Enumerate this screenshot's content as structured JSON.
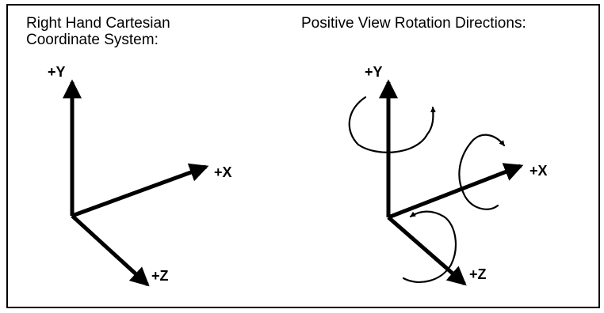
{
  "panels": {
    "left": {
      "title_line1": "Right Hand Cartesian",
      "title_line2": "Coordinate System:",
      "axes": {
        "y": "+Y",
        "x": "+X",
        "z": "+Z"
      }
    },
    "right": {
      "title": "Positive View Rotation Directions:",
      "axes": {
        "y": "+Y",
        "x": "+X",
        "z": "+Z"
      }
    }
  },
  "colors": {
    "stroke": "#000000",
    "background": "#ffffff"
  }
}
